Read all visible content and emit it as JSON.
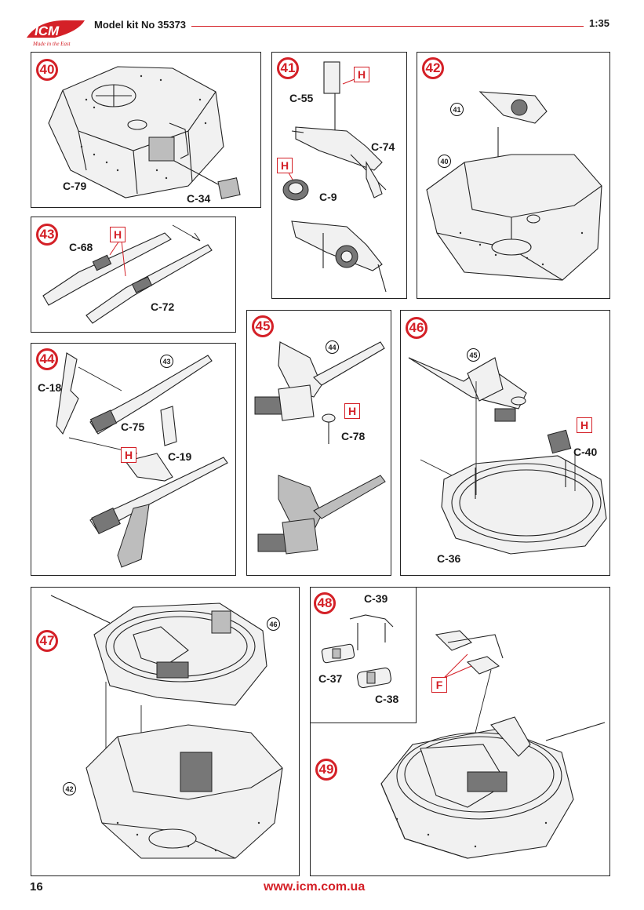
{
  "header": {
    "brand": "ICM",
    "tagline": "Made in the East",
    "kit_label": "Model kit No 35373",
    "scale": "1:35"
  },
  "footer": {
    "page_number": "16",
    "url": "www.icm.com.ua"
  },
  "steps": {
    "s40": {
      "number": "40",
      "parts": [
        "C-79",
        "C-34"
      ]
    },
    "s41": {
      "number": "41",
      "parts": [
        "C-55",
        "C-74",
        "C-9"
      ],
      "paint": [
        "H",
        "H"
      ]
    },
    "s42": {
      "number": "42",
      "refs": [
        "41",
        "40"
      ]
    },
    "s43": {
      "number": "43",
      "parts": [
        "C-68",
        "C-72"
      ],
      "paint": [
        "H"
      ]
    },
    "s44": {
      "number": "44",
      "parts": [
        "C-18",
        "C-75",
        "C-19"
      ],
      "refs": [
        "43"
      ],
      "paint": [
        "H"
      ]
    },
    "s45": {
      "number": "45",
      "parts": [
        "C-78"
      ],
      "refs": [
        "44"
      ],
      "paint": [
        "H"
      ]
    },
    "s46": {
      "number": "46",
      "parts": [
        "C-40",
        "C-36"
      ],
      "refs": [
        "45"
      ],
      "paint": [
        "H"
      ]
    },
    "s47": {
      "number": "47",
      "refs": [
        "46",
        "42"
      ]
    },
    "s48": {
      "number": "48",
      "parts": [
        "C-39",
        "C-37",
        "C-38"
      ]
    },
    "s49": {
      "number": "49",
      "paint": [
        "F"
      ]
    }
  },
  "colors": {
    "brand_red": "#d42027",
    "line": "#222222"
  }
}
